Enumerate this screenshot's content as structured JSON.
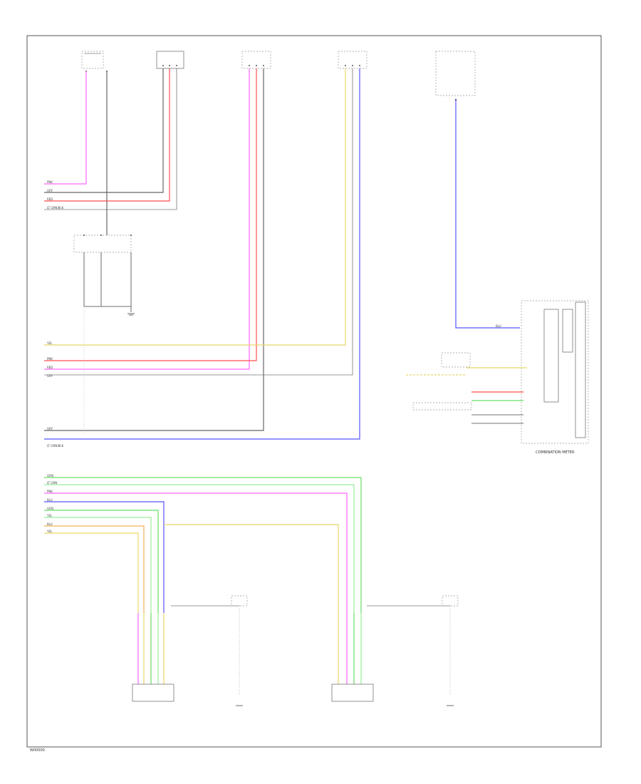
{
  "labels": {
    "combination_meter": "COMBINATION METER",
    "footer_code": "W00000"
  },
  "wire_tags": {
    "w1": "PNK",
    "w2": "GRY",
    "w3": "RED",
    "w4": "LT GRN/BLK",
    "w5": "YEL",
    "w6": "PNK",
    "w7": "RED",
    "w8": "GRY",
    "w9": "GRY",
    "w10": "LT GRN/BLK",
    "w11": "GRN",
    "w12": "LT GRN",
    "w13": "PNK",
    "w14": "BLU",
    "w15": "GRN",
    "w16": "YEL",
    "w17": "BLU",
    "w18": "YEL",
    "meter_in": "BLU"
  },
  "colors": {
    "pink": "#ff66ff",
    "gray": "#666666",
    "red": "#ff4d4d",
    "yellow": "#e8d76a",
    "blue": "#5555ff",
    "green": "#66dd66",
    "lightgreen": "#99ee99",
    "orange": "#f2b25a",
    "black": "#333333"
  }
}
